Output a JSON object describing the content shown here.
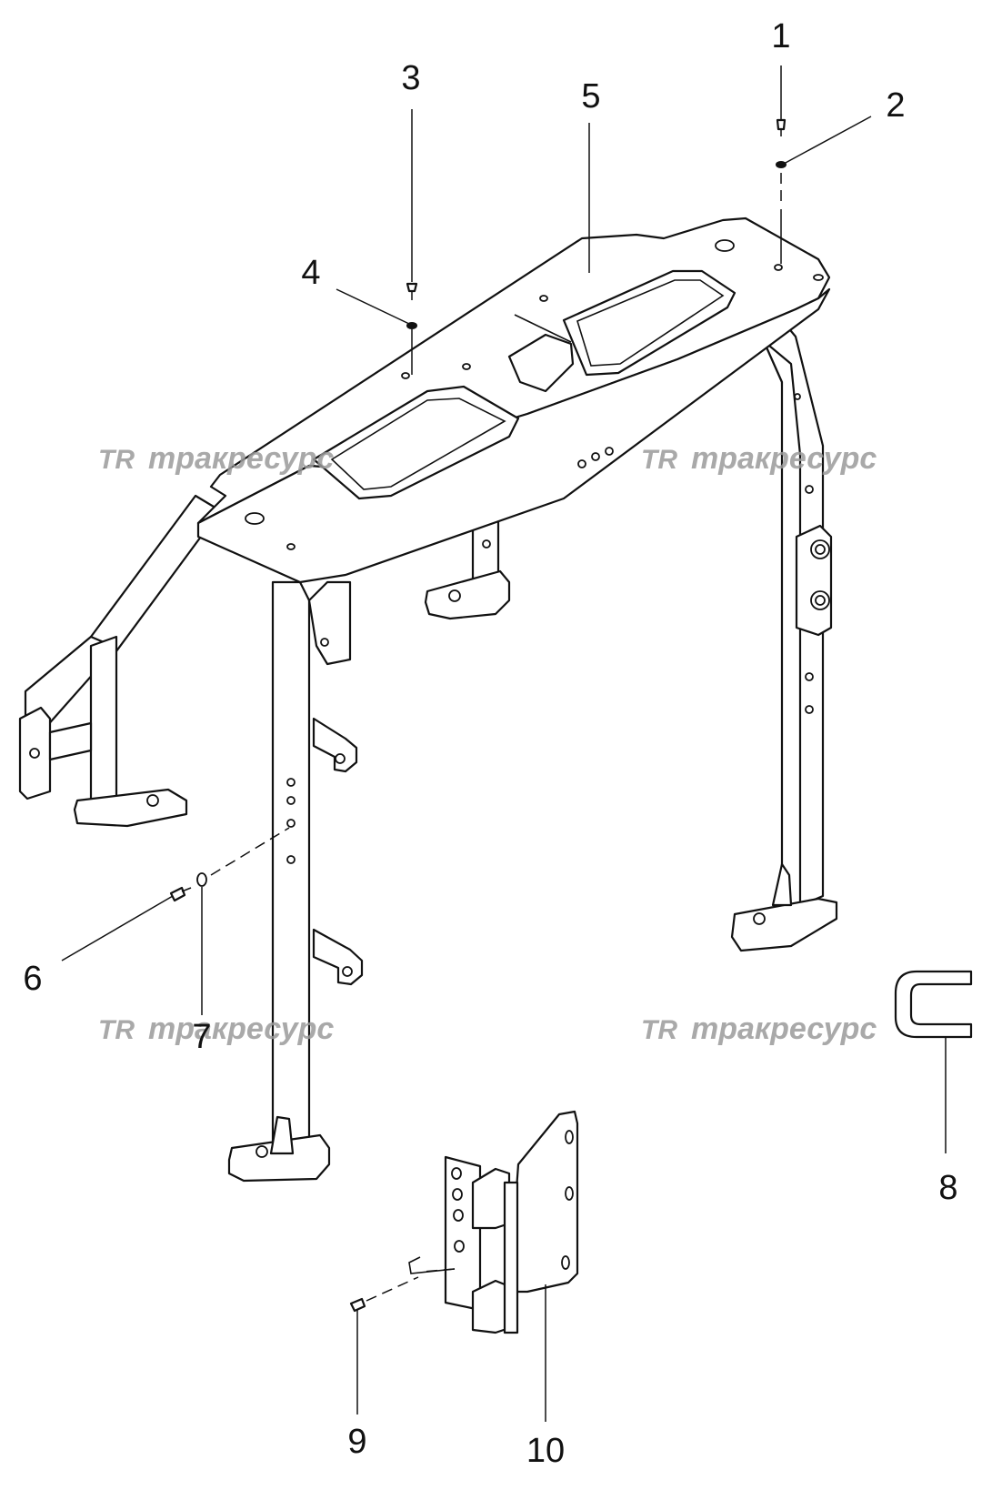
{
  "watermark": {
    "logo": "TR",
    "text": "тракресурс"
  },
  "callouts": [
    "1",
    "2",
    "3",
    "4",
    "5",
    "6",
    "7",
    "8",
    "9",
    "10"
  ]
}
